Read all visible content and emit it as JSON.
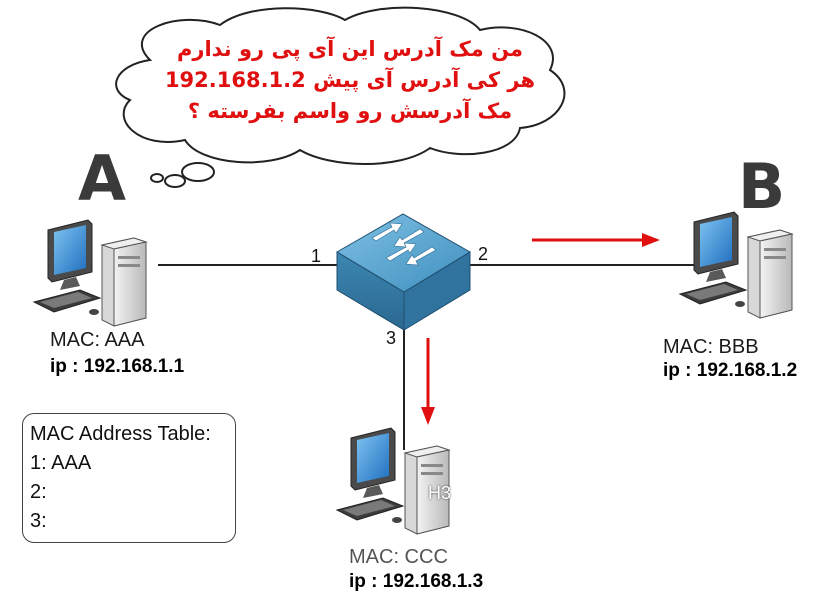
{
  "bubble": {
    "line1": "من مک آدرس این آی پی رو ندارم",
    "line2": "هر کی آدرس آی پیش 192.168.1.2",
    "line3": "مک آدرسش رو واسم بفرسته ؟"
  },
  "hosts": {
    "a": {
      "letter": "A",
      "mac": "MAC: AAA",
      "ip": "ip : 192.168.1.1"
    },
    "b": {
      "letter": "B",
      "mac": "MAC: BBB",
      "ip": "ip : 192.168.1.2"
    },
    "c": {
      "label": "H3",
      "mac": "MAC: CCC",
      "ip": "ip : 192.168.1.3"
    }
  },
  "ports": {
    "p1": "1",
    "p2": "2",
    "p3": "3"
  },
  "mac_table": {
    "title": "MAC Address Table:",
    "rows": [
      "1: AAA",
      "2:",
      "3:"
    ]
  },
  "colors": {
    "arrow": "#e01010",
    "bubble_text": "#e01010",
    "switch": "#4a93bd"
  }
}
